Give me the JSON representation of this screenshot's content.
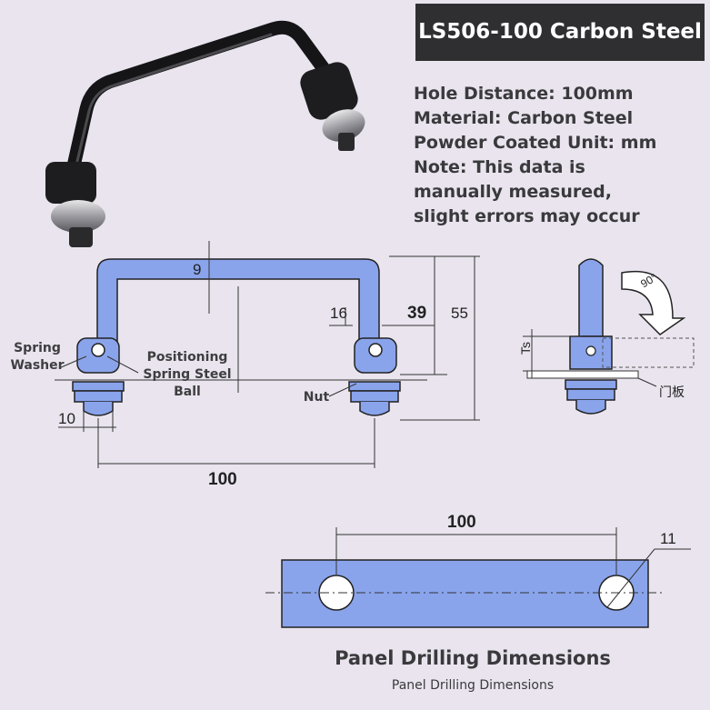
{
  "title": "LS506-100 Carbon Steel",
  "specs": [
    "Hole Distance: 100mm",
    "Material: Carbon Steel",
    "Powder Coated Unit: mm",
    "Note: This data is",
    "manually measured,",
    "slight errors may occur"
  ],
  "callouts": {
    "spring_washer": "Spring Washer",
    "positioning_ball": "Positioning Spring Steel Ball",
    "nut": "Nut"
  },
  "dimensions": {
    "top_thickness": "9",
    "leg_inner": "16",
    "leg_outer": "39",
    "height": "55",
    "nut_width": "10",
    "handle_hole_distance": "100",
    "side_ts": "Ts",
    "side_rotation": "90°",
    "side_panel": "门板",
    "panel_hole_distance": "100",
    "panel_hole_diameter": "11"
  },
  "captions": {
    "main": "Panel Drilling Dimensions",
    "sub": "Panel Drilling Dimensions"
  },
  "colors": {
    "background": "#e9e4ee",
    "title_bg": "#2f2f31",
    "part_fill": "#8aa4ec",
    "handle_black": "#1d1d1f"
  }
}
